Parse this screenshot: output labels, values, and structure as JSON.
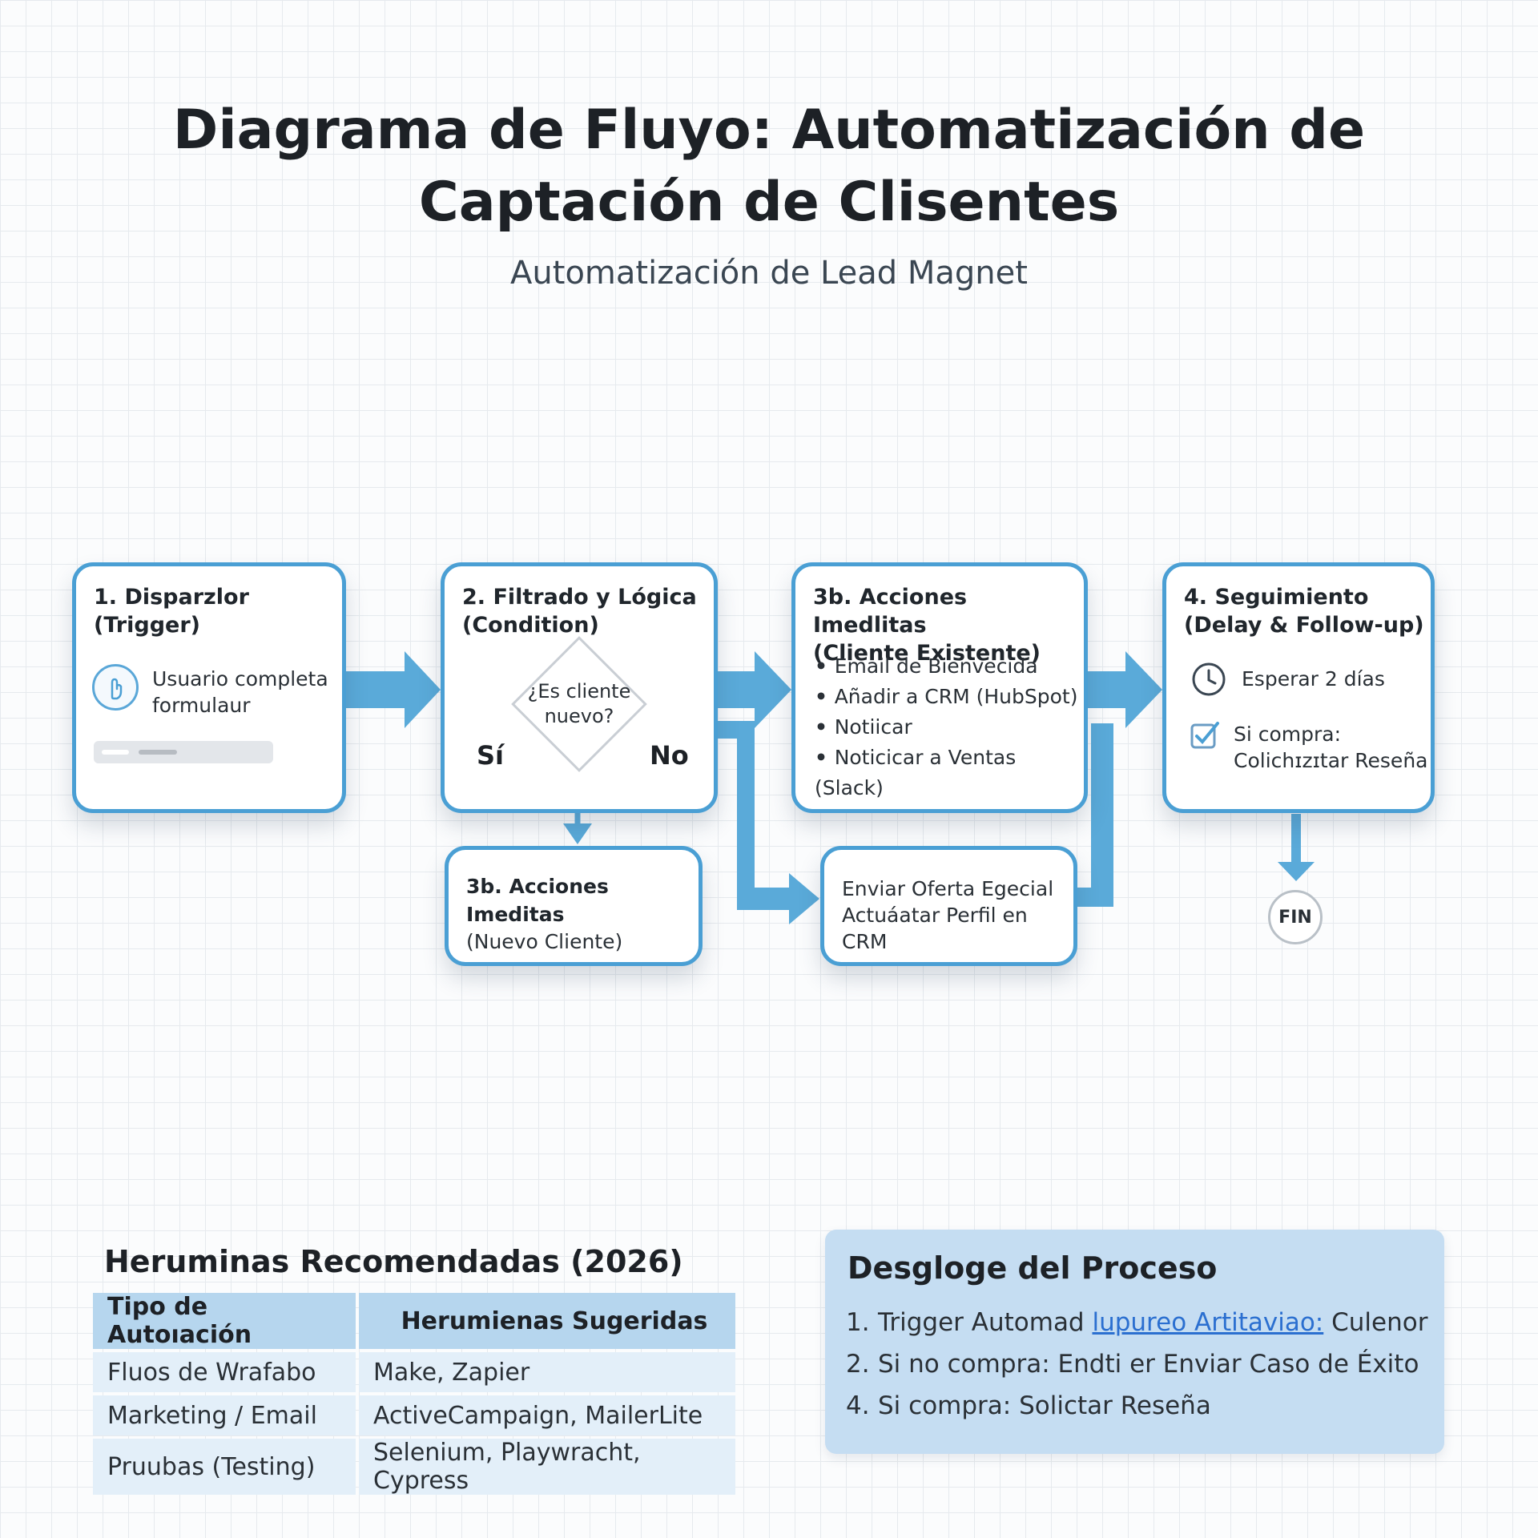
{
  "title_line1": "Diagrama de Fluyo: Automatización de",
  "title_line2": "Captación de Clisentes",
  "subtitle": "Automatización de Lead Magnet",
  "colors": {
    "accent": "#4a9fd4",
    "arrow": "#5aaad9",
    "panel": "#c5ddf2",
    "table_header": "#b6d6ee",
    "table_cell": "#e3eff9"
  },
  "steps": {
    "trigger": {
      "title": "1. Disparzlor (Trigger)",
      "icon": "hand-pointer-icon",
      "text_line1": "Usuario completa",
      "text_line2": "formulaur"
    },
    "filter": {
      "title_line1": "2. Filtrado y Lógica",
      "title_line2": "(Condition)",
      "question_line1": "¿Es cliente",
      "question_line2": "nuevo?",
      "yes": "Sí",
      "no": "No"
    },
    "existing": {
      "title_line1": "3b. Acciones Imedlitas",
      "title_line2": "(Cliente Existente)",
      "items": [
        "Email de Bienvecida",
        "Añadir a CRM (HubSpot)",
        "Notiicar",
        "Noticicar a Ventas (Slack)"
      ]
    },
    "followup": {
      "title_line1": "4. Seguimiento",
      "title_line2": "(Delay & Follow-up)",
      "wait_icon": "clock-icon",
      "wait": "Esperar 2 días",
      "buy_icon": "checkbox-icon",
      "buy_line1": "Si compra:",
      "buy_line2": "Colichɪzɪtar Reseña"
    },
    "new_client": {
      "title": "3b. Acciones Imeditas",
      "subtitle": "(Nuevo Cliente)"
    },
    "offer": {
      "line1": "Enviar Oferta Egecial",
      "line2": "Actuáatar Perfil en CRM"
    },
    "end": "FIN"
  },
  "tools": {
    "title": "Heruminas Recomendadas (2026)",
    "headers": [
      "Tipo de Autoıación",
      "Herumienas Sugeridas"
    ],
    "rows": [
      [
        "Fluos de Wrafabo",
        "Make, Zapier"
      ],
      [
        "Marketing / Email",
        "ActiveCampaign, MailerLite"
      ],
      [
        "Pruubas (Testing)",
        "Selenium, Playwracht, Cypress"
      ]
    ]
  },
  "process": {
    "title": "Desgloge del Proceso",
    "items": [
      {
        "num": "1.",
        "before": "Trigger Automad ",
        "link": "lupureo Artitaviao:",
        "after": " Culenor"
      },
      {
        "num": "2.",
        "text": "Si no compra: Endti er Enviar Caso de Éxito"
      },
      {
        "num": "4.",
        "text": "Si compra: Solictar Reseña"
      }
    ]
  }
}
